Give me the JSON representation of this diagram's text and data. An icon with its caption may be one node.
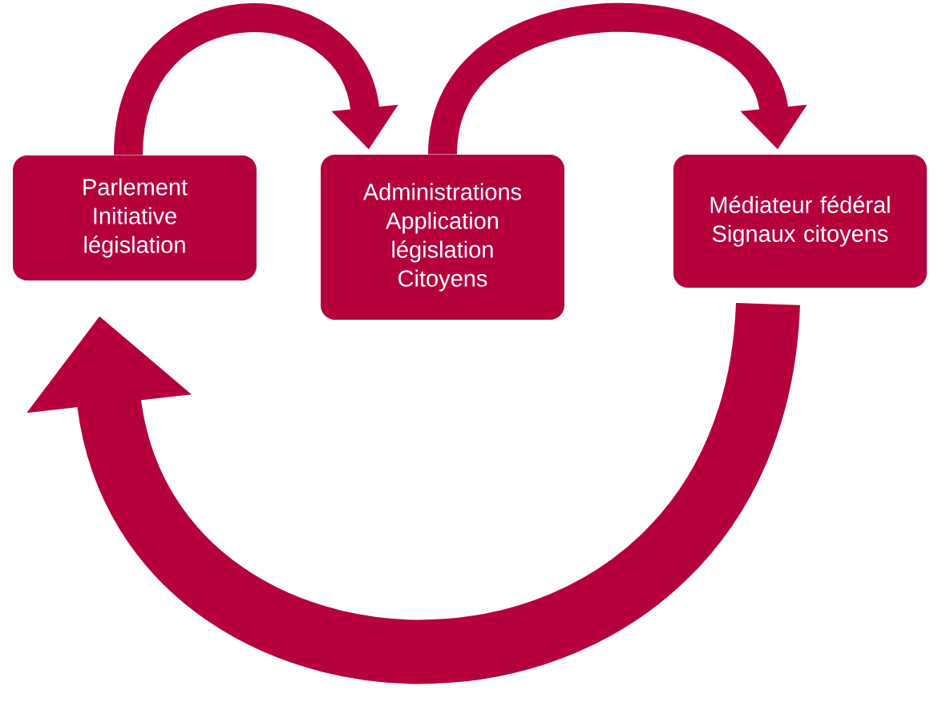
{
  "diagram": {
    "nodes": [
      {
        "text": [
          "Parlement Initiative législation"
        ]
      },
      {
        "text": [
          "Administrations Application législation Citoyens"
        ]
      },
      {
        "text": [
          "Médiateur fédéral Signaux citoyens"
        ]
      }
    ],
    "edges": [
      {
        "from": 0,
        "to": 1,
        "arrow": "to"
      },
      {
        "from": 1,
        "to": 2,
        "arrow": "to"
      },
      {
        "from": 2,
        "to": 0,
        "arrow": "to",
        "style": "thick"
      }
    ]
  }
}
